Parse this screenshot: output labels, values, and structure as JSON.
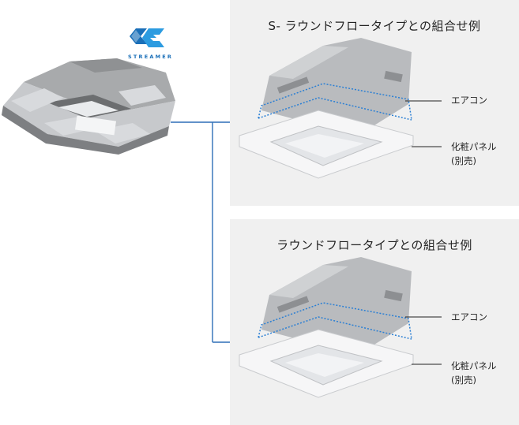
{
  "logo": {
    "text": "STREAMER",
    "color": "#1a6fb8"
  },
  "top_example": {
    "title": "S- ラウンドフロータイプとの組合せ例",
    "label_unit": "エアコン",
    "label_panel": "化粧パネル",
    "label_panel_note": "(別売)"
  },
  "bottom_example": {
    "title": "ラウンドフロータイプとの組合せ例",
    "label_unit": "エアコン",
    "label_panel": "化粧パネル",
    "label_panel_note": "(別売)"
  },
  "colors": {
    "arrow": "#2e6fb7",
    "dotted": "#2a7fd4",
    "panel_bg": "#f0f0f0"
  }
}
